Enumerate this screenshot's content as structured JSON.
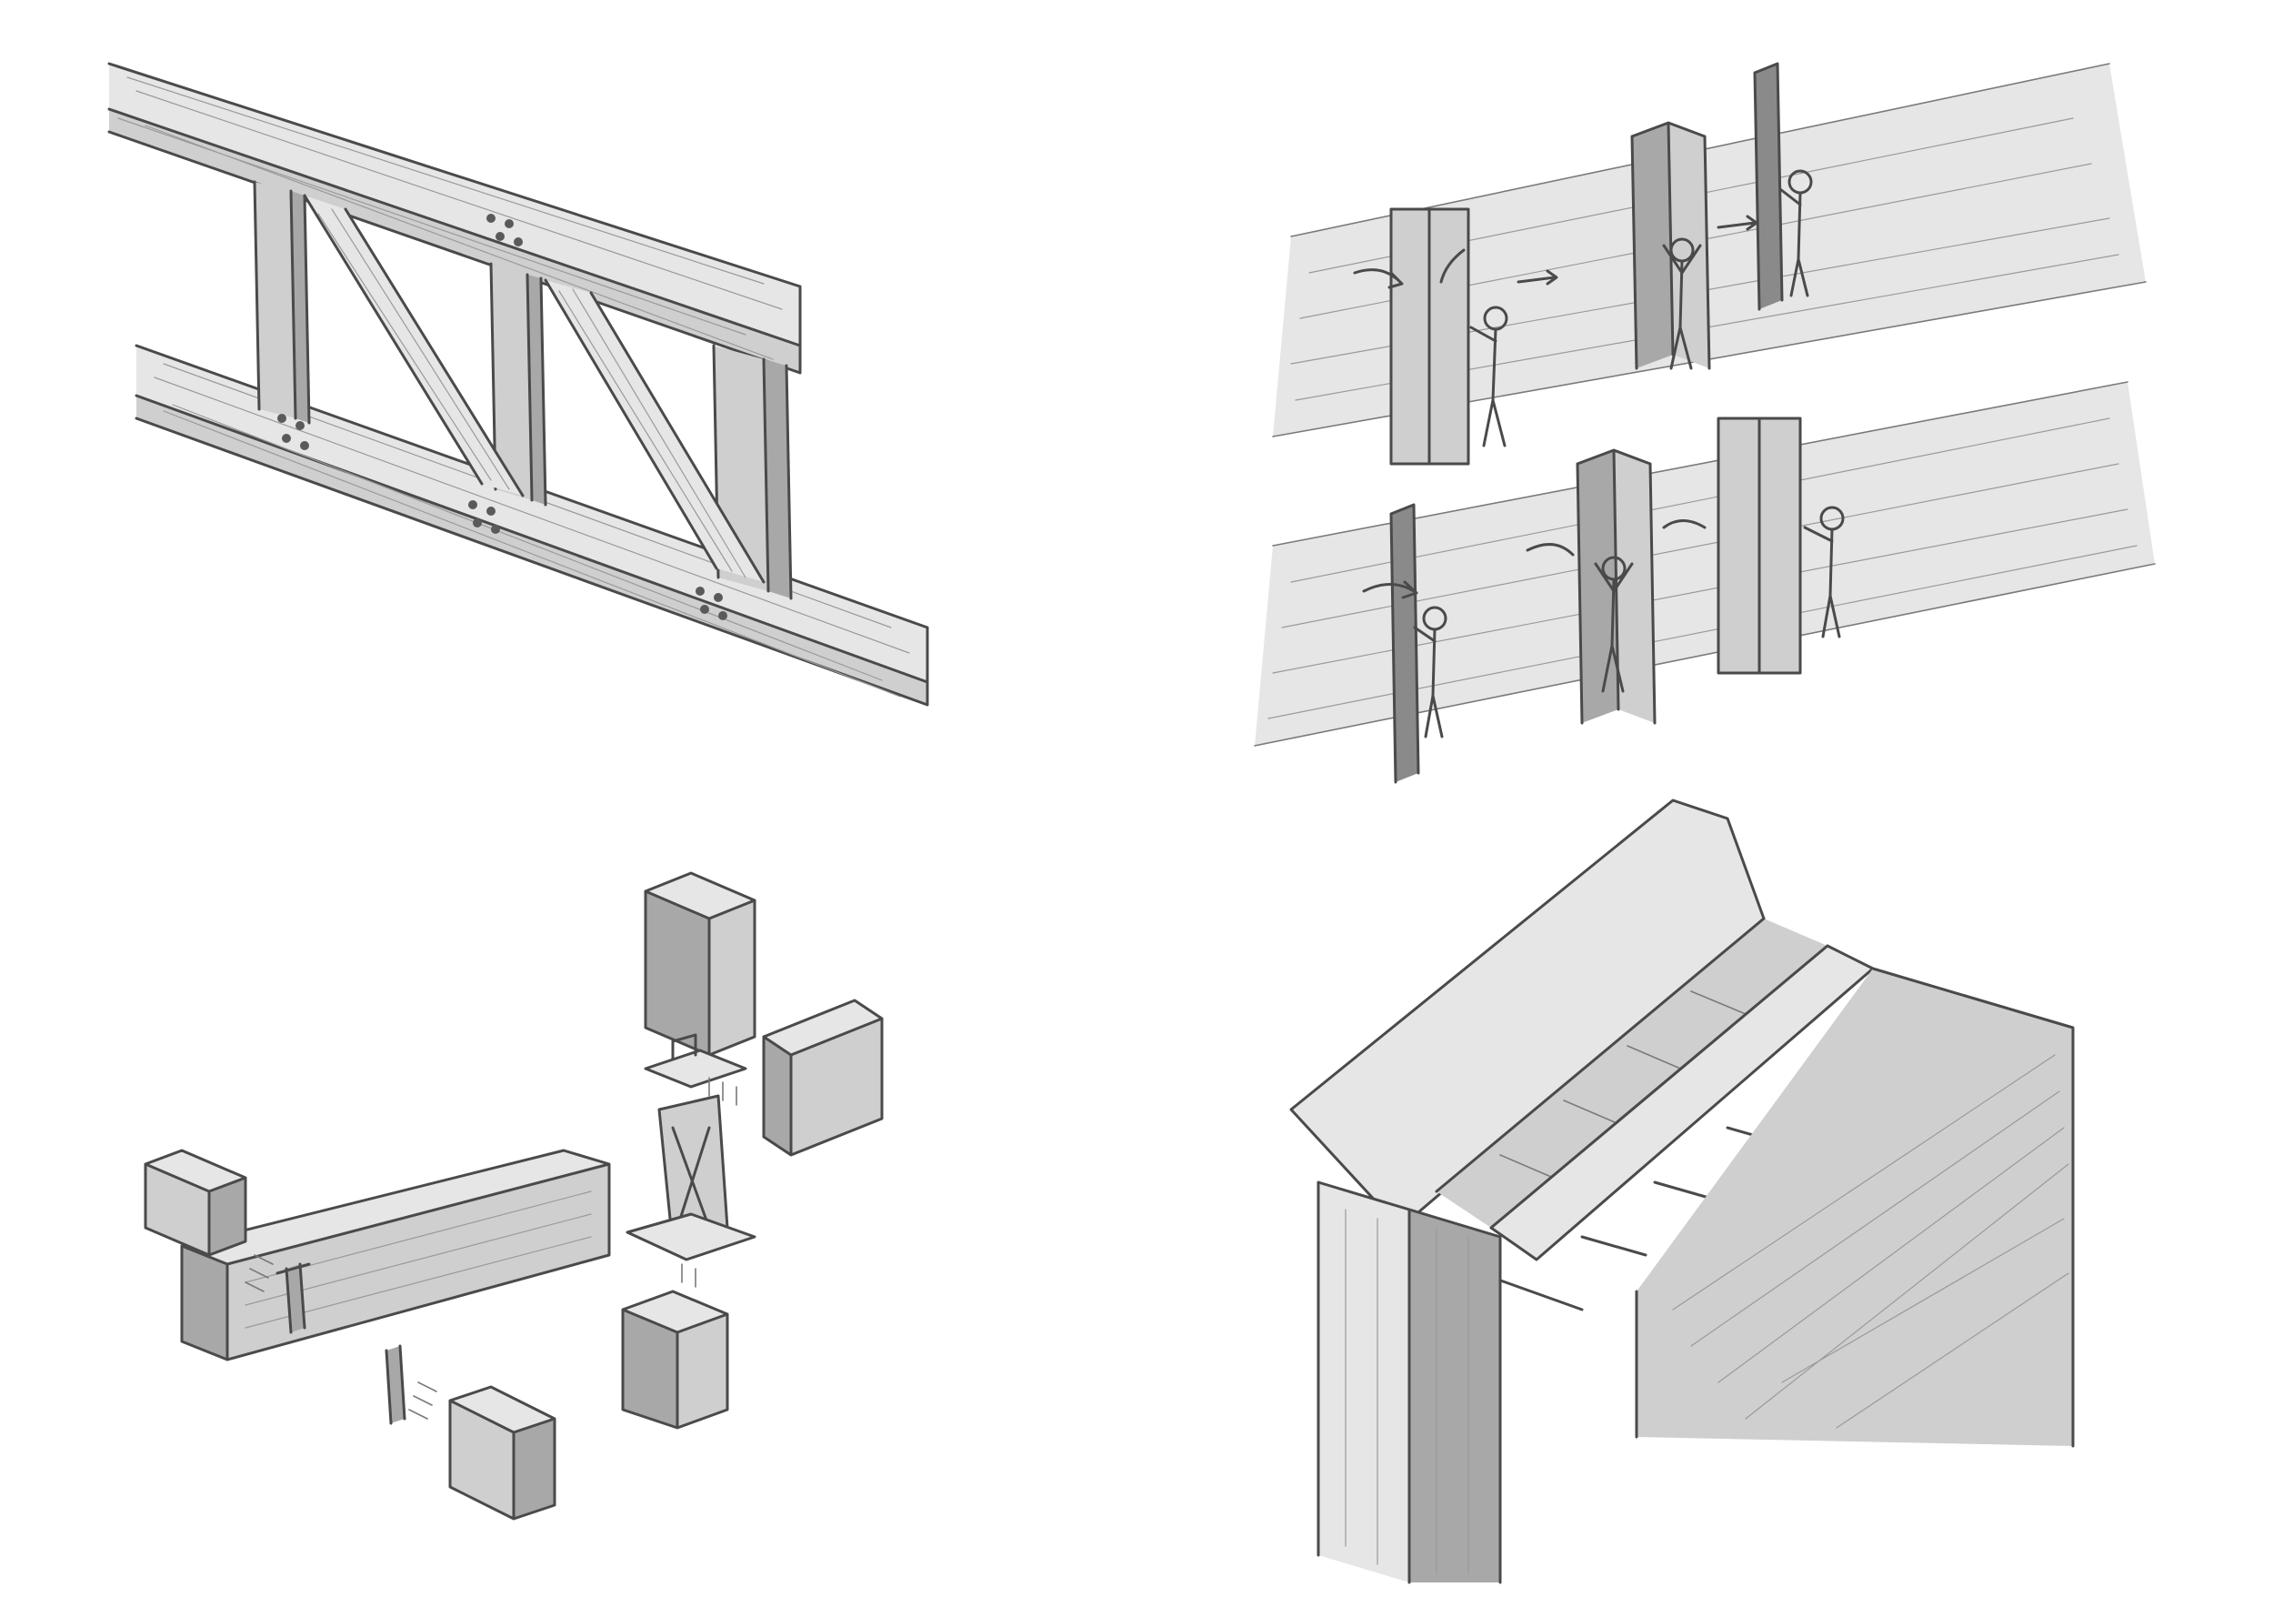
{
  "sheet": {
    "background": "#ffffff",
    "pencil_color": "#4a4a4a"
  },
  "panels": [
    {
      "id": "truss",
      "icon": "timber-truss-icon"
    },
    {
      "id": "wall",
      "icon": "wall-panel-assembly-icon"
    },
    {
      "id": "joint",
      "icon": "exploded-joint-icon"
    },
    {
      "id": "roof",
      "icon": "roof-structure-icon"
    }
  ]
}
